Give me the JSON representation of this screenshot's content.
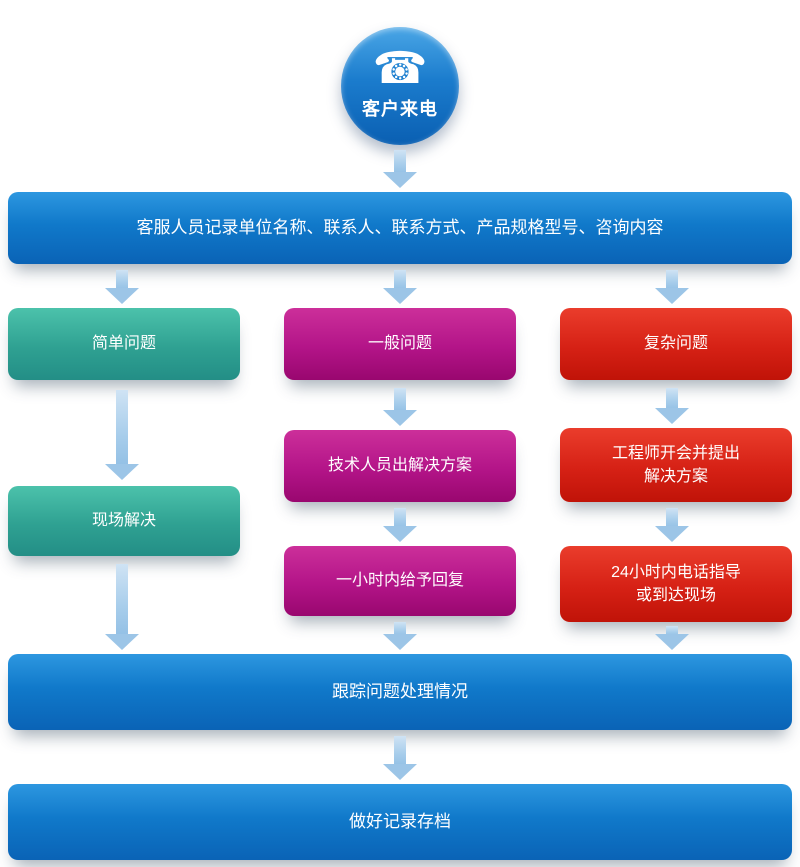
{
  "diagram_title": "customer-service-call-flow",
  "palette": {
    "bar_blue": "#1079ca",
    "teal": "#2fa192",
    "magenta": "#b31488",
    "red": "#d62115",
    "arrow_blue": "#9cc5e7",
    "text": "#ffffff"
  },
  "nodes": {
    "start": {
      "label": "客户来电",
      "icon": "phone-icon"
    },
    "record": {
      "label": "客服人员记录单位名称、联系人、联系方式、产品规格型号、咨询内容"
    },
    "simple": {
      "label": "简单问题"
    },
    "general": {
      "label": "一般问题"
    },
    "complex": {
      "label": "复杂问题"
    },
    "onsite": {
      "label": "现场解决"
    },
    "tech_solution": {
      "label": "技术人员出解决方案"
    },
    "engineer_meeting": {
      "label": "工程师开会并提出\n解决方案"
    },
    "reply_1h": {
      "label": "一小时内给予回复"
    },
    "phone_24h": {
      "label": "24小时内电话指导\n或到达现场"
    },
    "track": {
      "label": "跟踪问题处理情况"
    },
    "archive": {
      "label": "做好记录存档"
    }
  }
}
